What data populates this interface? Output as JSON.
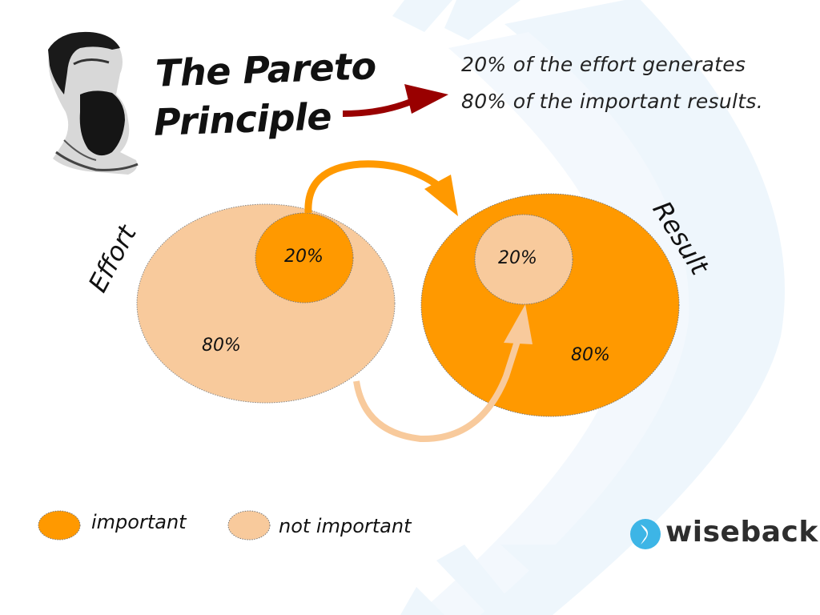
{
  "title": {
    "line1": "The Pareto",
    "line2": "Principle"
  },
  "portrait": {
    "icon": "portrait-of-vilfredo-pareto"
  },
  "quote": {
    "line1": "20% of the effort generates",
    "line2": "80% of the important results."
  },
  "diagram": {
    "effort": {
      "label": "Effort",
      "inner_pct": "20%",
      "outer_pct": "80%"
    },
    "result": {
      "label": "Result",
      "inner_pct": "20%",
      "outer_pct": "80%"
    }
  },
  "legend": {
    "important": "important",
    "not_important": "not important"
  },
  "logo": {
    "text": "wiseback",
    "icon": "boomerang-icon"
  },
  "colors": {
    "important": "#FF9900",
    "not_important": "#F8CA9C",
    "arrow_red": "#990000",
    "background_shape": "#EEF6FC",
    "logo_blue": "#3DB5E6"
  },
  "chart_data": {
    "type": "diagram",
    "title": "The Pareto Principle",
    "subtitle": "20% of the effort generates 80% of the important results.",
    "groups": [
      {
        "name": "Effort",
        "segments": [
          {
            "label": "important",
            "value": 20
          },
          {
            "label": "not important",
            "value": 80
          }
        ]
      },
      {
        "name": "Result",
        "segments": [
          {
            "label": "important",
            "value": 80
          },
          {
            "label": "not important",
            "value": 20
          }
        ]
      }
    ],
    "legend": [
      "important",
      "not important"
    ],
    "flows": [
      {
        "from": "Effort: 20% (important)",
        "to": "Result: 80% (important)"
      },
      {
        "from": "Effort: 80% (not important)",
        "to": "Result: 20% (not important)"
      }
    ]
  }
}
